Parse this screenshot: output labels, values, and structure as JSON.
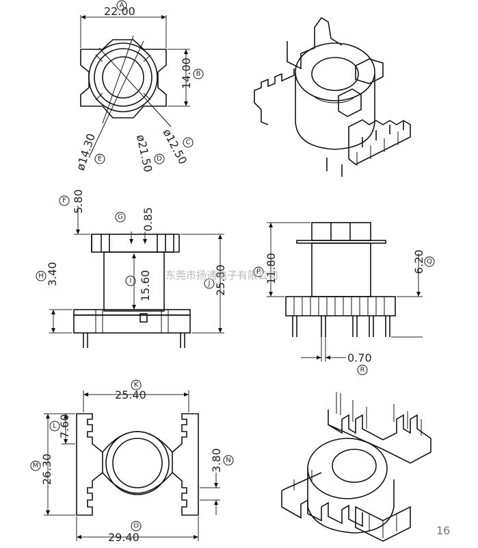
{
  "watermark": "东莞市扬通电子有限公司",
  "page_number": "16",
  "dimensions": {
    "A": {
      "label": "A",
      "value": "22.00"
    },
    "B": {
      "label": "B",
      "value": "14.00"
    },
    "C": {
      "label": "C",
      "value": "ø12.50"
    },
    "D": {
      "label": "D",
      "value": "ø21.50"
    },
    "E": {
      "label": "E",
      "value": "ø14.30"
    },
    "F": {
      "label": "F",
      "value": "5.80"
    },
    "G": {
      "label": "G",
      "value": "0.85"
    },
    "H": {
      "label": "H",
      "value": "3.40"
    },
    "I": {
      "label": "I",
      "value": "15.60"
    },
    "J": {
      "label": "J",
      "value": "25.80"
    },
    "K": {
      "label": "K",
      "value": "25.40"
    },
    "L": {
      "label": "L",
      "value": "7.60"
    },
    "M": {
      "label": "M",
      "value": "26.30"
    },
    "N": {
      "label": "N",
      "value": "3.80"
    },
    "O": {
      "label": "O",
      "value": "29.40"
    },
    "P": {
      "label": "P",
      "value": "11.80"
    },
    "Q": {
      "label": "Q",
      "value": "6.20"
    },
    "R": {
      "label": "R",
      "value": "0.70"
    }
  }
}
